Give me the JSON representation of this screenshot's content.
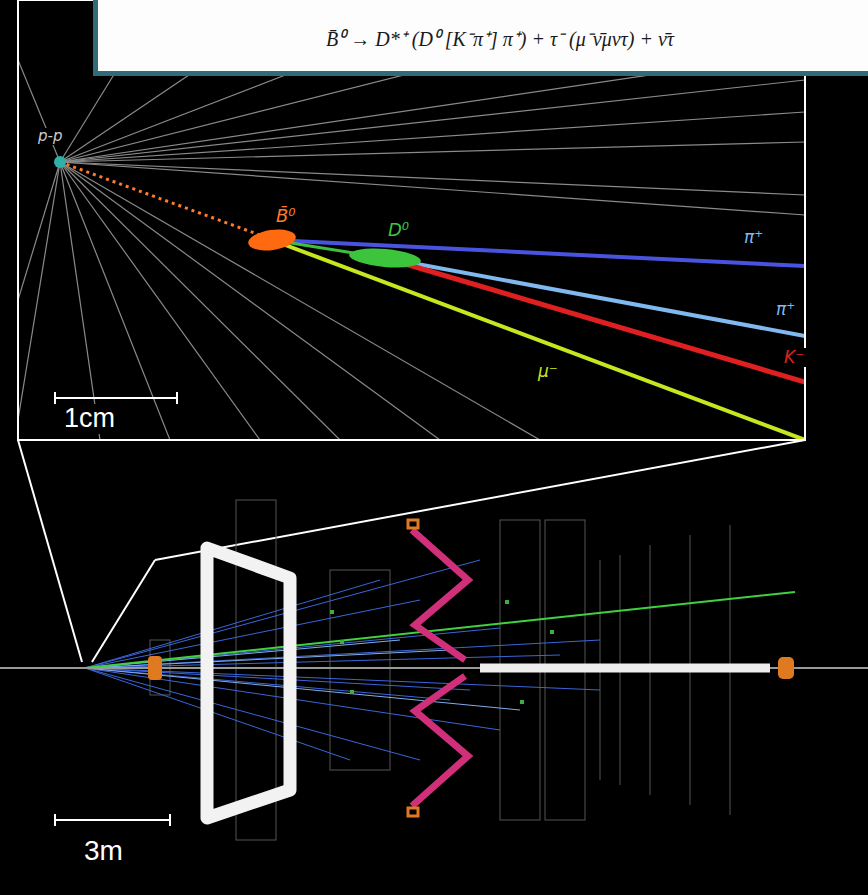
{
  "diagram": {
    "title": "B̄⁰ → D*⁺ (D⁰ [K⁻π⁺] π⁺) + τ⁻ (μ⁻ν̄μντ) + ν̄τ",
    "labels": [
      "p-p",
      "B̄⁰",
      "D⁰",
      "π⁺",
      "π⁺",
      "K⁻",
      "μ⁻",
      "1cm",
      "3m"
    ]
  }
}
